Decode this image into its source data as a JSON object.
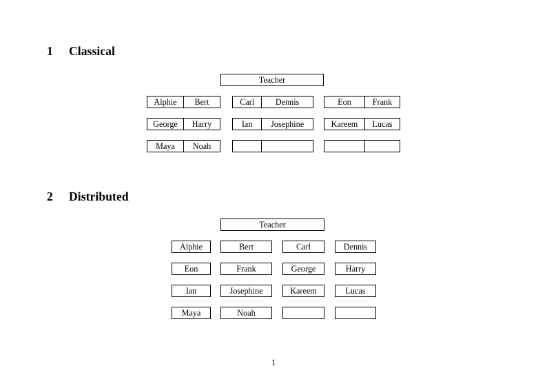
{
  "document": {
    "page_number": "1"
  },
  "sections": [
    {
      "number": "1",
      "title": "Classical",
      "teacher_label": "Teacher",
      "groups": [
        {
          "name": "left-group",
          "rows": [
            [
              "Alphie",
              "Bert"
            ],
            [
              "George",
              "Harry"
            ],
            [
              "Maya",
              "Noah"
            ]
          ]
        },
        {
          "name": "middle-group",
          "rows": [
            [
              "Carl",
              "Dennis"
            ],
            [
              "Ian",
              "Josephine"
            ],
            [
              "",
              ""
            ]
          ]
        },
        {
          "name": "right-group",
          "rows": [
            [
              "Eon",
              "Frank"
            ],
            [
              "Kareem",
              "Lucas"
            ],
            [
              "",
              ""
            ]
          ]
        }
      ]
    },
    {
      "number": "2",
      "title": "Distributed",
      "teacher_label": "Teacher",
      "rows": [
        [
          "Alphie",
          "Bert",
          "Carl",
          "Dennis"
        ],
        [
          "Eon",
          "Frank",
          "George",
          "Harry"
        ],
        [
          "Ian",
          "Josephine",
          "Kareem",
          "Lucas"
        ],
        [
          "Maya",
          "Noah",
          "",
          ""
        ]
      ]
    }
  ]
}
